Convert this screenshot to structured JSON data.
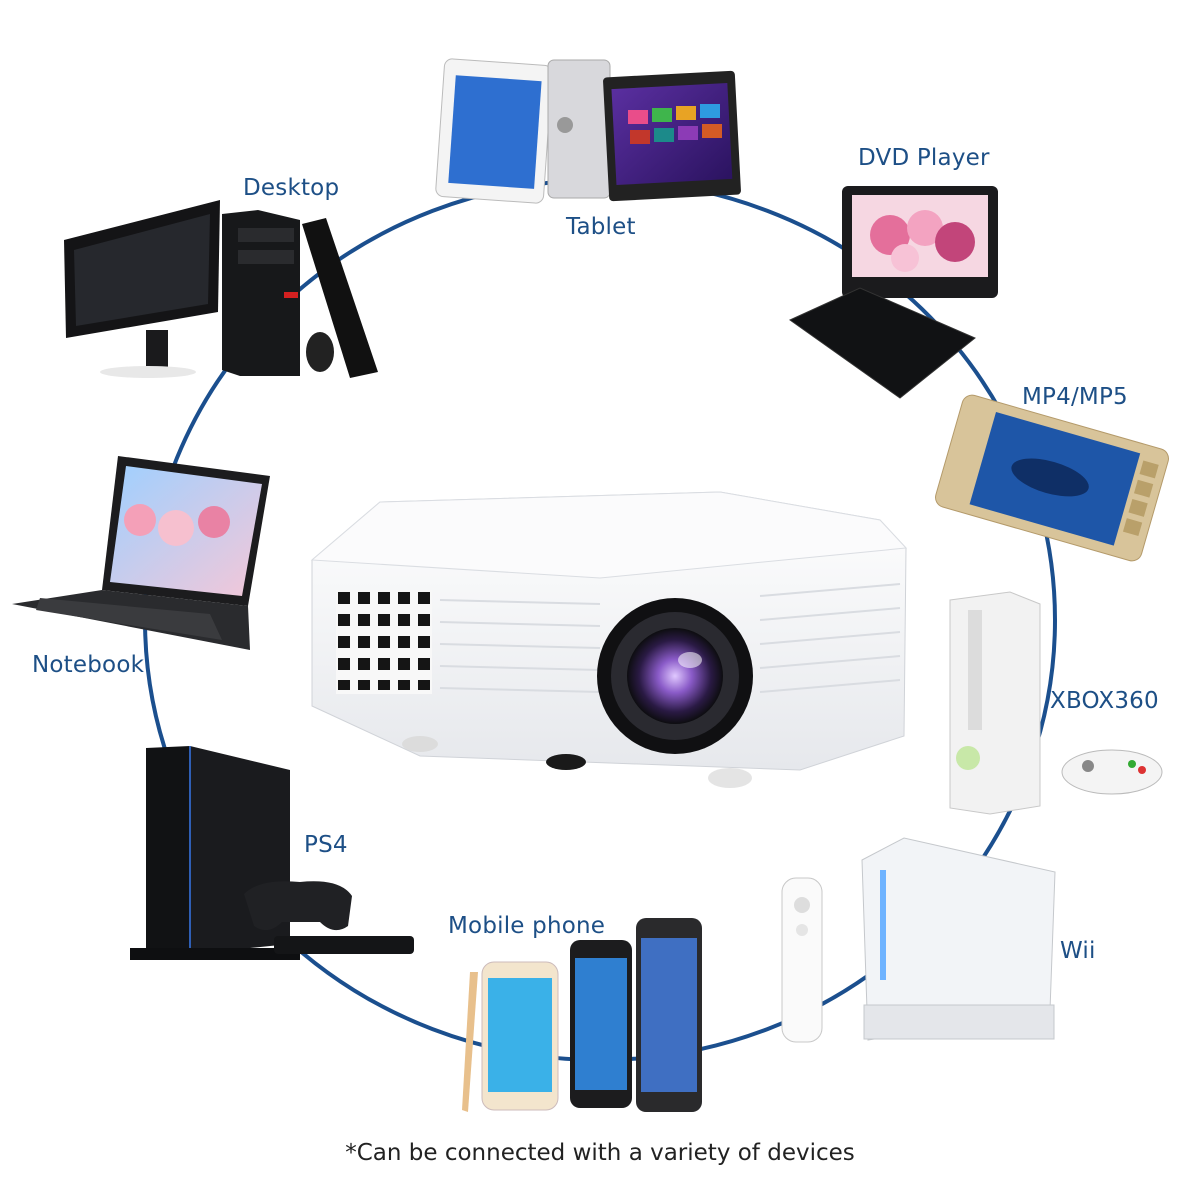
{
  "accent_color": "#1b4f8e",
  "label_color": "#1d4f86",
  "devices": {
    "tablet": "Tablet",
    "dvd": "DVD Player",
    "mp4": "MP4/MP5",
    "xbox": "XBOX360",
    "wii": "Wii",
    "mobile": "Mobile phone",
    "ps4": "PS4",
    "notebook": "Notebook",
    "desktop": "Desktop"
  },
  "footnote": "*Can be connected with a variety of devices"
}
